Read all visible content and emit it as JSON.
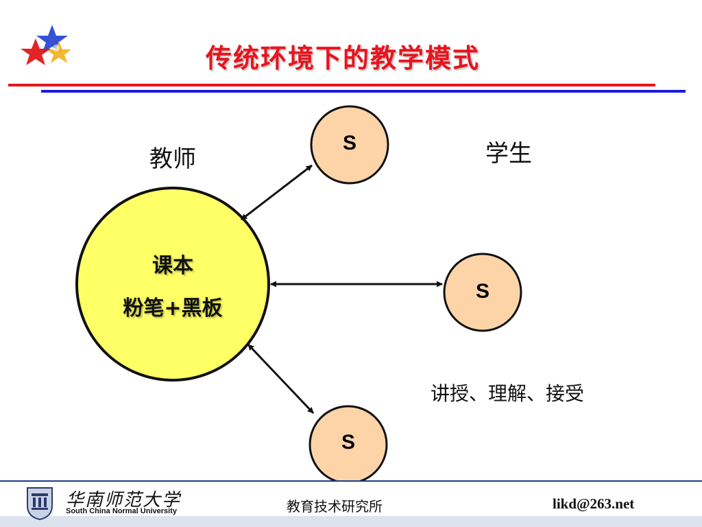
{
  "slide": {
    "title": "传统环境下的教学模式",
    "teacher_label": "教师",
    "student_label": "学生",
    "center_line1": "课本",
    "center_line2": "粉笔+黑板",
    "process_label": "讲授、理解、接受",
    "student_nodes": [
      "S",
      "S",
      "S"
    ]
  },
  "footer": {
    "university_cn": "华南师范大学",
    "university_en": "South China Normal University",
    "institute": "教育技术研究所",
    "email": "likd@263.net"
  },
  "colors": {
    "title": "#e8141e",
    "rule_red": "#e8141e",
    "rule_blue": "#1a1ae0",
    "center_fill": "#ffff66",
    "student_fill": "#fdd4a8",
    "outline": "#111111"
  },
  "icons": {
    "logo": "stars-logo-icon",
    "crest": "university-crest-icon"
  }
}
